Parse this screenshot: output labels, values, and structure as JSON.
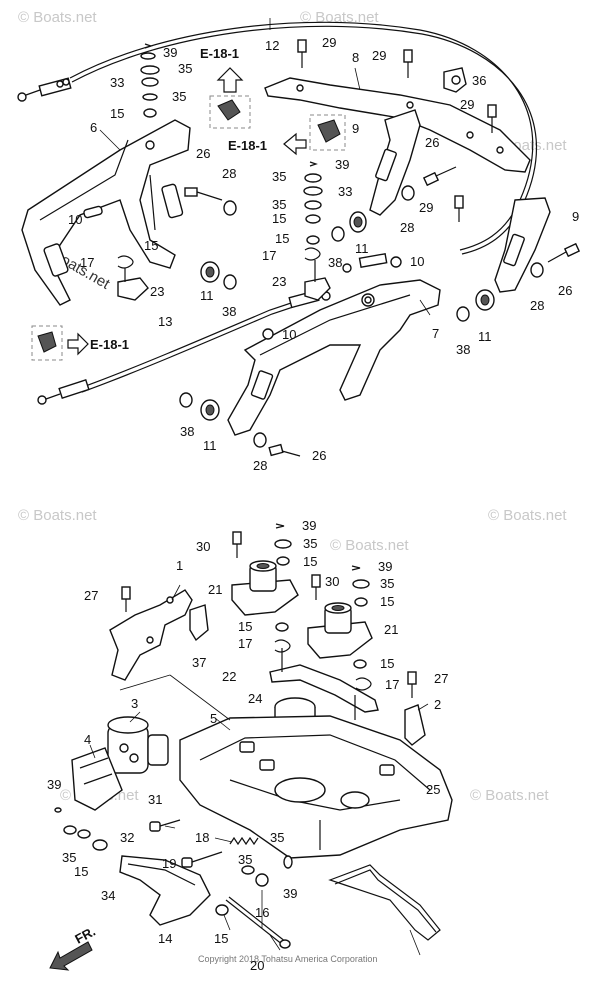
{
  "watermark": "© Boats.net",
  "copyright": "Copyright 2018 Tohatsu America Corporation",
  "direction_label": "FR.",
  "ref_label": "E-18-1",
  "callouts": {
    "c1": "1",
    "c2": "2",
    "c3": "3",
    "c4": "4",
    "c5": "5",
    "c6": "6",
    "c7": "7",
    "c8": "8",
    "c9a": "9",
    "c9b": "9",
    "c9c": "9",
    "c10a": "10",
    "c10b": "10",
    "c10c": "10",
    "c11a": "11",
    "c11b": "11",
    "c11c": "11",
    "c11d": "11",
    "c12": "12",
    "c13": "13",
    "c14": "14",
    "c15a": "15",
    "c15b": "15",
    "c15c": "15",
    "c15d": "15",
    "c15e": "15",
    "c15f": "15",
    "c15g": "15",
    "c15h": "15",
    "c15i": "15",
    "c15j": "15",
    "c16": "16",
    "c17a": "17",
    "c17b": "17",
    "c17c": "17",
    "c17d": "17",
    "c18": "18",
    "c19": "19",
    "c20": "20",
    "c21a": "21",
    "c21b": "21",
    "c22": "22",
    "c23a": "23",
    "c23b": "23",
    "c24": "24",
    "c25": "25",
    "c26a": "26",
    "c26b": "26",
    "c26c": "26",
    "c26d": "26",
    "c27a": "27",
    "c27b": "27",
    "c28a": "28",
    "c28b": "28",
    "c28c": "28",
    "c28d": "28",
    "c28e": "28",
    "c29a": "29",
    "c29b": "29",
    "c29c": "29",
    "c29d": "29",
    "c30a": "30",
    "c30b": "30",
    "c31": "31",
    "c32": "32",
    "c33a": "33",
    "c33b": "33",
    "c34": "34",
    "c35a": "35",
    "c35b": "35",
    "c35c": "35",
    "c35d": "35",
    "c35e": "35",
    "c35f": "35",
    "c35g": "35",
    "c35h": "35",
    "c35i": "35",
    "c36": "36",
    "c37": "37",
    "c38a": "38",
    "c38b": "38",
    "c38c": "38",
    "c38d": "38",
    "c39a": "39",
    "c39b": "39",
    "c39c": "39",
    "c39d": "39",
    "c39e": "39",
    "c39f": "39"
  }
}
